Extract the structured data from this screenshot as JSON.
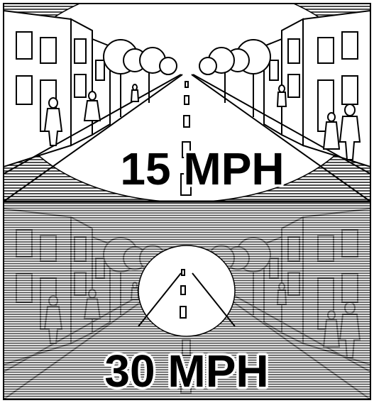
{
  "panels": [
    {
      "id": "top",
      "speed_label": "15 MPH"
    },
    {
      "id": "bottom",
      "speed_label": "30 MPH"
    }
  ]
}
